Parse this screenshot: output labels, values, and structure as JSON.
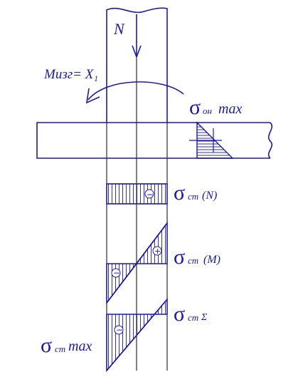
{
  "diagram": {
    "force_label": "N",
    "moment_label": "Mизг= X₁",
    "sigma_symbol": "σ",
    "flange_stress": {
      "subscript": "он",
      "suffix": "max"
    },
    "stress_N": {
      "subscript": "ст",
      "tag": "(N)",
      "sign": "−"
    },
    "stress_M": {
      "subscript": "ст",
      "tag": "(M)",
      "sign_top": "+",
      "sign_bottom": "−"
    },
    "stress_sum": {
      "subscript": "ст",
      "tag": "Σ",
      "sign": "−"
    },
    "stress_max": {
      "subscript": "ст",
      "suffix": "max"
    },
    "colors": {
      "ink": "#1a1aa6",
      "axis": "#000000"
    }
  }
}
